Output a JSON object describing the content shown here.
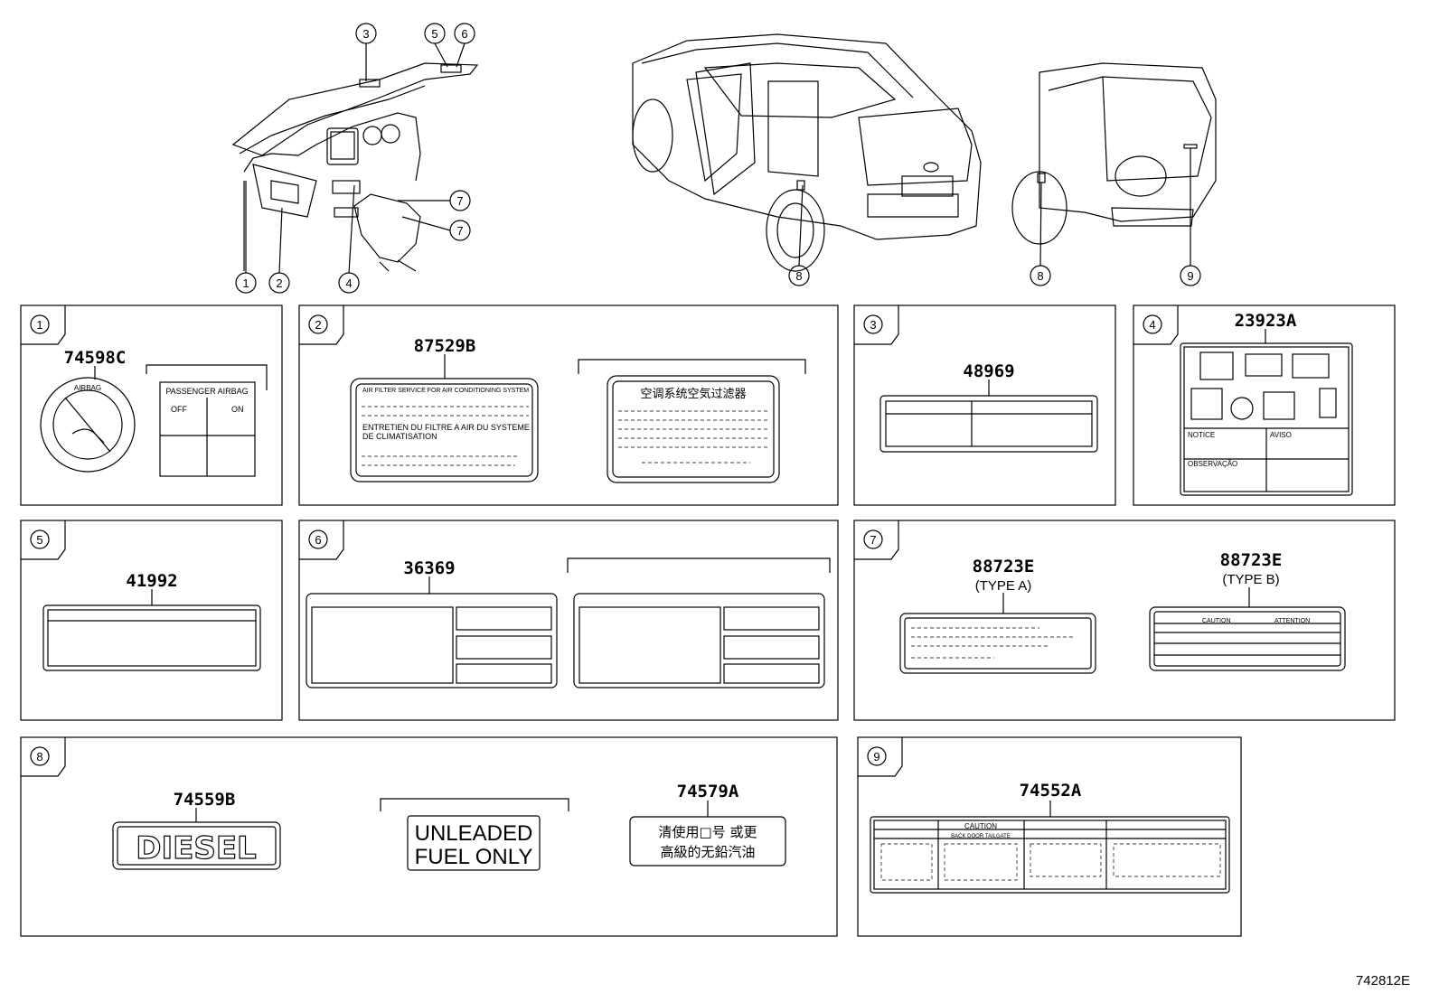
{
  "overview": {
    "callouts_dash": [
      "1",
      "2",
      "3",
      "4",
      "5",
      "6",
      "7",
      "7"
    ],
    "callouts_car_front": [
      "8"
    ],
    "callouts_car_rear": [
      "8",
      "9"
    ]
  },
  "panels": [
    {
      "num": "1",
      "part": "74598C",
      "texts": {
        "airbag_ring": "AIRBAG",
        "plate_title": "PASSENGER  AIRBAG",
        "off": "OFF",
        "on": "ON"
      }
    },
    {
      "num": "2",
      "part": "87529B",
      "texts": {
        "line1": "AIR FILTER SERVICE FOR AIR CONDITIONING SYSTEM",
        "line2": "ENTRETIEN DU FILTRE A AIR DU SYSTEME",
        "line3": "DE CLIMATISATION",
        "cn_title": "空调系统空気过滤器"
      }
    },
    {
      "num": "3",
      "part": "48969"
    },
    {
      "num": "4",
      "part": "23923A",
      "texts": {
        "notice": "NOTICE",
        "aviso": "AVISO",
        "observacao": "OBSERVAÇÃO"
      }
    },
    {
      "num": "5",
      "part": "41992"
    },
    {
      "num": "6",
      "part": "36369"
    },
    {
      "num": "7",
      "part_a": "88723E",
      "type_a": "(TYPE A)",
      "part_b": "88723E",
      "type_b": "(TYPE B)",
      "texts": {
        "caution": "CAUTION",
        "attention": "ATTENTION"
      }
    },
    {
      "num": "8",
      "part_diesel": "74559B",
      "diesel": "DIESEL",
      "unleaded_1": "UNLEADED",
      "unleaded_2": "FUEL ONLY",
      "part_cn": "74579A",
      "cn_1": "清使用□号 或更",
      "cn_2": "高級的无鉛汽油"
    },
    {
      "num": "9",
      "part": "74552A",
      "texts": {
        "caution": "CAUTION",
        "back_door": "BACK DOOR TAILGATE"
      }
    }
  ],
  "figure_id": "742812E",
  "colors": {
    "line": "#000000",
    "background": "#ffffff"
  }
}
